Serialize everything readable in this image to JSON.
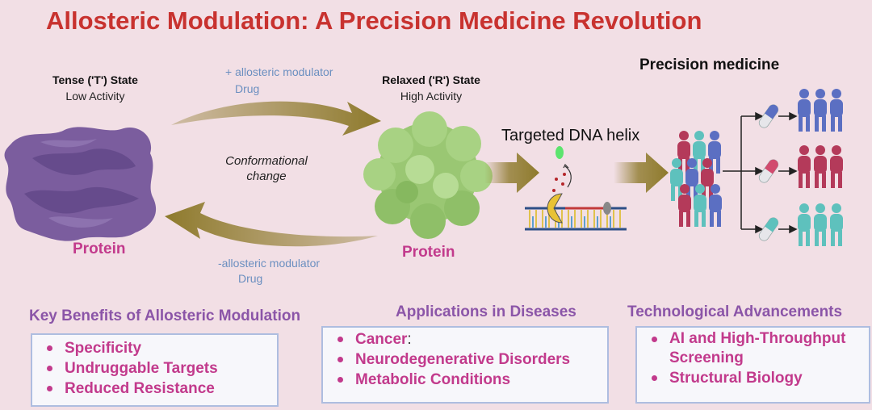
{
  "title": "Allosteric Modulation: A Precision Medicine Revolution",
  "tense_state": {
    "title": "Tense ('T') State",
    "subtitle": "Low Activity",
    "protein_label": "Protein"
  },
  "relaxed_state": {
    "title": "Relaxed ('R') State",
    "subtitle": "High Activity",
    "protein_label": "Protein"
  },
  "forward_arrow": {
    "line1": "+ allosteric modulator",
    "line2": "Drug"
  },
  "backward_arrow": {
    "line1": "-allosteric modulator",
    "line2": "Drug"
  },
  "conformational_change": {
    "line1": "Conformational",
    "line2": "change"
  },
  "dna_label": "Targeted DNA helix",
  "precision_medicine_title": "Precision medicine",
  "colors": {
    "title": "#c8322f",
    "protein_label": "#c23a8c",
    "section_title": "#8b55a8",
    "tense_protein": "#7b5d9e",
    "relaxed_protein": "#9ac773",
    "arrow": "#8e7a2c",
    "person_blue": "#5b6fc2",
    "person_red": "#b43a5a",
    "person_teal": "#5ec1bd"
  },
  "benefits": {
    "title": "Key Benefits of Allosteric Modulation",
    "items": [
      "Specificity",
      "Undruggable Targets",
      "Reduced Resistance"
    ]
  },
  "applications": {
    "title": "Applications in Diseases",
    "item0": "Cancer",
    "item0_suffix": ":",
    "item1": "Neurodegenerative Disorders",
    "item2": "Metabolic Conditions"
  },
  "technology": {
    "title": "Technological Advancements",
    "items": [
      "AI and High-Throughput Screening",
      "Structural Biology"
    ]
  }
}
